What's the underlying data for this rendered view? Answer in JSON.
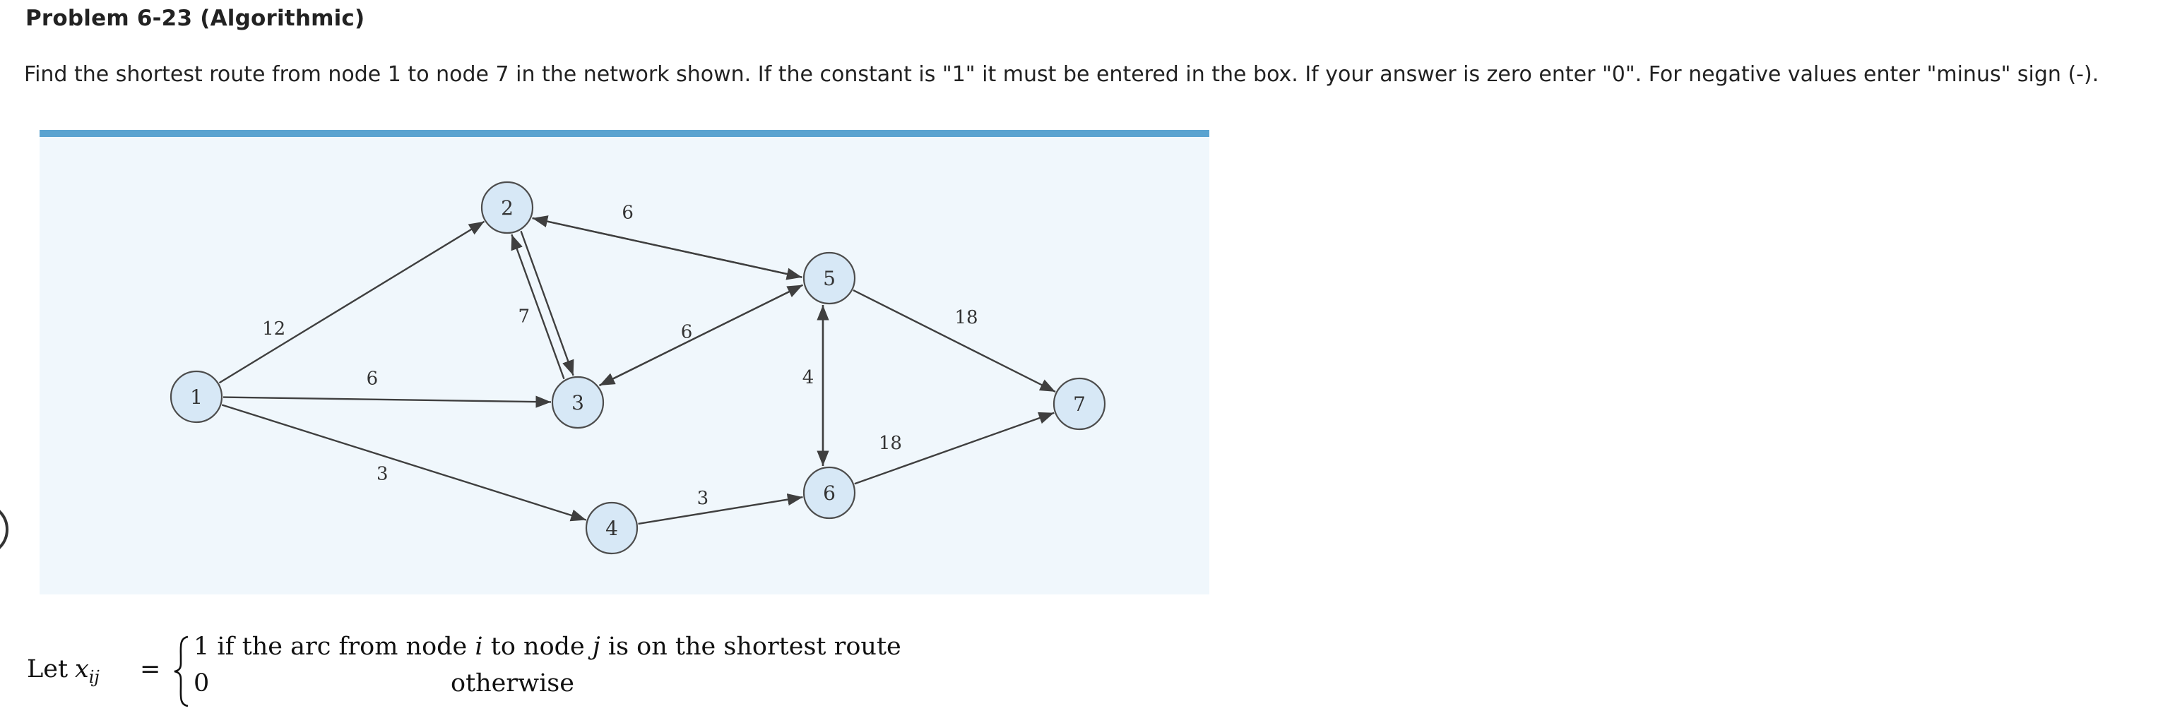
{
  "header": {
    "title": "Problem 6-23 (Algorithmic)",
    "instructions": "Find the shortest route from node 1 to node 7 in the network shown. If the constant is \"1\" it must be entered in the box. If your answer is zero enter \"0\". For negative values enter \"minus\" sign (-)."
  },
  "network": {
    "colors": {
      "top_band": "#5aa3d0",
      "panel": "#f0f7fc",
      "node_fill": "#d7e8f6",
      "node_stroke": "#4d4d4d",
      "arc": "#3f3f3f"
    },
    "nodes": [
      {
        "id": "1",
        "label": "1"
      },
      {
        "id": "2",
        "label": "2"
      },
      {
        "id": "3",
        "label": "3"
      },
      {
        "id": "4",
        "label": "4"
      },
      {
        "id": "5",
        "label": "5"
      },
      {
        "id": "6",
        "label": "6"
      },
      {
        "id": "7",
        "label": "7"
      }
    ],
    "arcs": [
      {
        "from": "1",
        "to": "2",
        "weight": "12"
      },
      {
        "from": "1",
        "to": "3",
        "weight": "6"
      },
      {
        "from": "1",
        "to": "4",
        "weight": "3"
      },
      {
        "from": "2",
        "to": "3",
        "weight": "7"
      },
      {
        "from": "3",
        "to": "2",
        "weight": ""
      },
      {
        "from": "2",
        "to": "5",
        "weight": "6"
      },
      {
        "from": "5",
        "to": "2",
        "weight": ""
      },
      {
        "from": "3",
        "to": "5",
        "weight": "6"
      },
      {
        "from": "5",
        "to": "3",
        "weight": ""
      },
      {
        "from": "4",
        "to": "6",
        "weight": "3"
      },
      {
        "from": "5",
        "to": "6",
        "weight": "4"
      },
      {
        "from": "6",
        "to": "5",
        "weight": ""
      },
      {
        "from": "5",
        "to": "7",
        "weight": "18"
      },
      {
        "from": "6",
        "to": "7",
        "weight": "18"
      }
    ]
  },
  "formula": {
    "let_word": "Let",
    "variable": "x",
    "subscript": "ij",
    "equals": "=",
    "case1_value": "1",
    "case1_text_before_i": "if the arc from node",
    "var_i": "i",
    "case1_text_between": "to node",
    "var_j": "j",
    "case1_text_after_j": "is on the shortest route",
    "case2_value": "0",
    "case2_text": "otherwise"
  }
}
